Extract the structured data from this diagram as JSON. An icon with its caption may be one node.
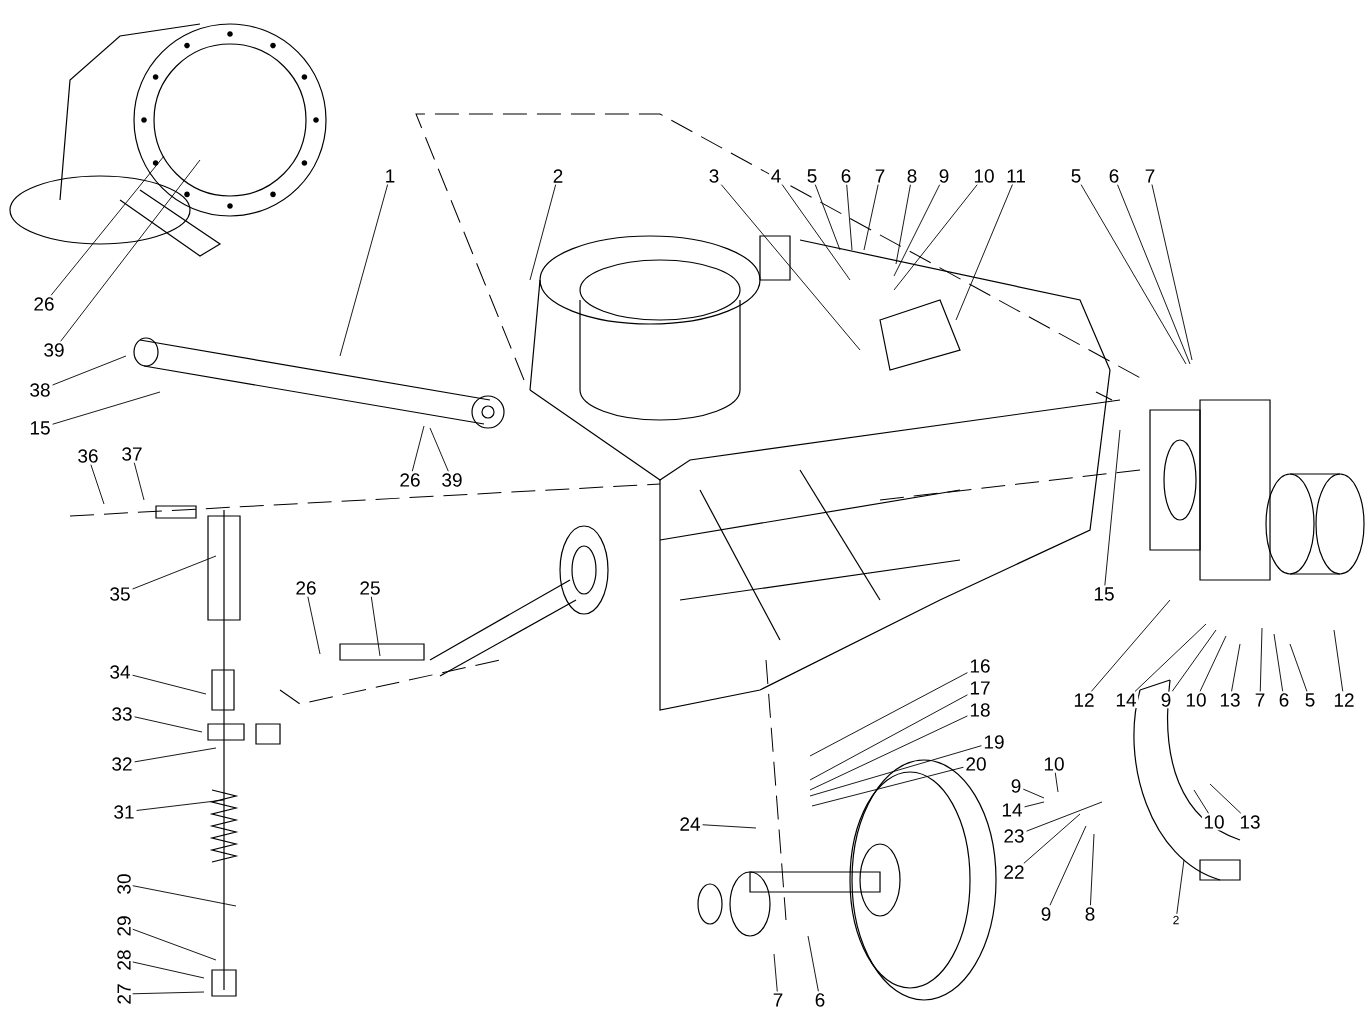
{
  "diagram": {
    "nodes": [
      {
        "text": [
          "1"
        ]
      },
      {
        "text": [
          "2"
        ]
      },
      {
        "text": [
          "3"
        ]
      },
      {
        "text": [
          "4"
        ]
      },
      {
        "text": [
          "5"
        ]
      },
      {
        "text": [
          "6"
        ]
      },
      {
        "text": [
          "7"
        ]
      },
      {
        "text": [
          "8"
        ]
      },
      {
        "text": [
          "9"
        ]
      },
      {
        "text": [
          "10"
        ]
      },
      {
        "text": [
          "11"
        ]
      },
      {
        "text": [
          "5"
        ]
      },
      {
        "text": [
          "6"
        ]
      },
      {
        "text": [
          "7"
        ]
      },
      {
        "text": [
          "26"
        ]
      },
      {
        "text": [
          "39"
        ]
      },
      {
        "text": [
          "38"
        ]
      },
      {
        "text": [
          "15"
        ]
      },
      {
        "text": [
          "36"
        ]
      },
      {
        "text": [
          "37"
        ]
      },
      {
        "text": [
          "26"
        ]
      },
      {
        "text": [
          "39"
        ]
      },
      {
        "text": [
          "35"
        ]
      },
      {
        "text": [
          "26"
        ]
      },
      {
        "text": [
          "25"
        ]
      },
      {
        "text": [
          "15"
        ]
      },
      {
        "text": [
          "16"
        ]
      },
      {
        "text": [
          "34"
        ]
      },
      {
        "text": [
          "17"
        ]
      },
      {
        "text": [
          "12"
        ]
      },
      {
        "text": [
          "14"
        ]
      },
      {
        "text": [
          "9"
        ]
      },
      {
        "text": [
          "10"
        ]
      },
      {
        "text": [
          "13"
        ]
      },
      {
        "text": [
          "7"
        ]
      },
      {
        "text": [
          "6"
        ]
      },
      {
        "text": [
          "5"
        ]
      },
      {
        "text": [
          "12"
        ]
      },
      {
        "text": [
          "18"
        ]
      },
      {
        "text": [
          "33"
        ]
      },
      {
        "text": [
          "19"
        ]
      },
      {
        "text": [
          "20"
        ]
      },
      {
        "text": [
          "10"
        ]
      },
      {
        "text": [
          "32"
        ]
      },
      {
        "text": [
          "9"
        ]
      },
      {
        "text": [
          "31"
        ]
      },
      {
        "text": [
          "14"
        ]
      },
      {
        "text": [
          "10"
        ]
      },
      {
        "text": [
          "13"
        ]
      },
      {
        "text": [
          "24"
        ]
      },
      {
        "text": [
          "23"
        ]
      },
      {
        "text": [
          "22"
        ]
      },
      {
        "text": [
          "30"
        ]
      },
      {
        "text": [
          "9"
        ]
      },
      {
        "text": [
          "8"
        ]
      },
      {
        "text": [
          "2"
        ]
      },
      {
        "text": [
          "29"
        ]
      },
      {
        "text": [
          "28"
        ]
      },
      {
        "text": [
          "27"
        ]
      },
      {
        "text": [
          "7"
        ]
      },
      {
        "text": [
          "6"
        ]
      }
    ],
    "edges": [
      {
        "from": 0,
        "to": null,
        "arrow": "none"
      },
      {
        "from": 1,
        "to": null,
        "arrow": "none"
      },
      {
        "from": 2,
        "to": null,
        "arrow": "none"
      },
      {
        "from": 3,
        "to": null,
        "arrow": "none"
      },
      {
        "from": 4,
        "to": null,
        "arrow": "none"
      },
      {
        "from": 5,
        "to": null,
        "arrow": "none"
      },
      {
        "from": 6,
        "to": null,
        "arrow": "none"
      },
      {
        "from": 7,
        "to": null,
        "arrow": "none"
      },
      {
        "from": 8,
        "to": null,
        "arrow": "none"
      },
      {
        "from": 9,
        "to": null,
        "arrow": "none"
      },
      {
        "from": 10,
        "to": null,
        "arrow": "none"
      },
      {
        "from": 11,
        "to": null,
        "arrow": "none"
      },
      {
        "from": 12,
        "to": null,
        "arrow": "none"
      },
      {
        "from": 13,
        "to": null,
        "arrow": "none"
      },
      {
        "from": 14,
        "to": null,
        "arrow": "none"
      },
      {
        "from": 15,
        "to": null,
        "arrow": "none"
      },
      {
        "from": 16,
        "to": null,
        "arrow": "none"
      },
      {
        "from": 17,
        "to": null,
        "arrow": "none"
      },
      {
        "from": 18,
        "to": null,
        "arrow": "none"
      },
      {
        "from": 19,
        "to": null,
        "arrow": "none"
      },
      {
        "from": 20,
        "to": null,
        "arrow": "none"
      },
      {
        "from": 21,
        "to": null,
        "arrow": "none"
      },
      {
        "from": 22,
        "to": null,
        "arrow": "none"
      },
      {
        "from": 23,
        "to": null,
        "arrow": "none"
      },
      {
        "from": 24,
        "to": null,
        "arrow": "none"
      },
      {
        "from": 25,
        "to": null,
        "arrow": "none"
      },
      {
        "from": 26,
        "to": null,
        "arrow": "none"
      },
      {
        "from": 27,
        "to": null,
        "arrow": "none"
      },
      {
        "from": 28,
        "to": null,
        "arrow": "none"
      },
      {
        "from": 29,
        "to": null,
        "arrow": "none"
      },
      {
        "from": 30,
        "to": null,
        "arrow": "none"
      },
      {
        "from": 31,
        "to": null,
        "arrow": "none"
      },
      {
        "from": 32,
        "to": null,
        "arrow": "none"
      },
      {
        "from": 33,
        "to": null,
        "arrow": "none"
      },
      {
        "from": 34,
        "to": null,
        "arrow": "none"
      },
      {
        "from": 35,
        "to": null,
        "arrow": "none"
      },
      {
        "from": 36,
        "to": null,
        "arrow": "none"
      },
      {
        "from": 37,
        "to": null,
        "arrow": "none"
      },
      {
        "from": 38,
        "to": null,
        "arrow": "none"
      },
      {
        "from": 39,
        "to": null,
        "arrow": "none"
      },
      {
        "from": 40,
        "to": null,
        "arrow": "none"
      },
      {
        "from": 41,
        "to": null,
        "arrow": "none"
      },
      {
        "from": 42,
        "to": null,
        "arrow": "none"
      },
      {
        "from": 43,
        "to": null,
        "arrow": "none"
      },
      {
        "from": 44,
        "to": null,
        "arrow": "none"
      },
      {
        "from": 45,
        "to": null,
        "arrow": "none"
      },
      {
        "from": 46,
        "to": null,
        "arrow": "none"
      },
      {
        "from": 47,
        "to": null,
        "arrow": "none"
      },
      {
        "from": 48,
        "to": null,
        "arrow": "none"
      },
      {
        "from": 49,
        "to": null,
        "arrow": "none"
      },
      {
        "from": 50,
        "to": null,
        "arrow": "none"
      },
      {
        "from": 51,
        "to": null,
        "arrow": "none"
      },
      {
        "from": 52,
        "to": null,
        "arrow": "none"
      },
      {
        "from": 53,
        "to": null,
        "arrow": "none"
      },
      {
        "from": 54,
        "to": null,
        "arrow": "none"
      },
      {
        "from": 55,
        "to": null,
        "arrow": "none"
      },
      {
        "from": 56,
        "to": null,
        "arrow": "none"
      },
      {
        "from": 57,
        "to": null,
        "arrow": "none"
      },
      {
        "from": 58,
        "to": null,
        "arrow": "none"
      },
      {
        "from": 59,
        "to": null,
        "arrow": "none"
      },
      {
        "from": 60,
        "to": null,
        "arrow": "none"
      }
    ]
  }
}
